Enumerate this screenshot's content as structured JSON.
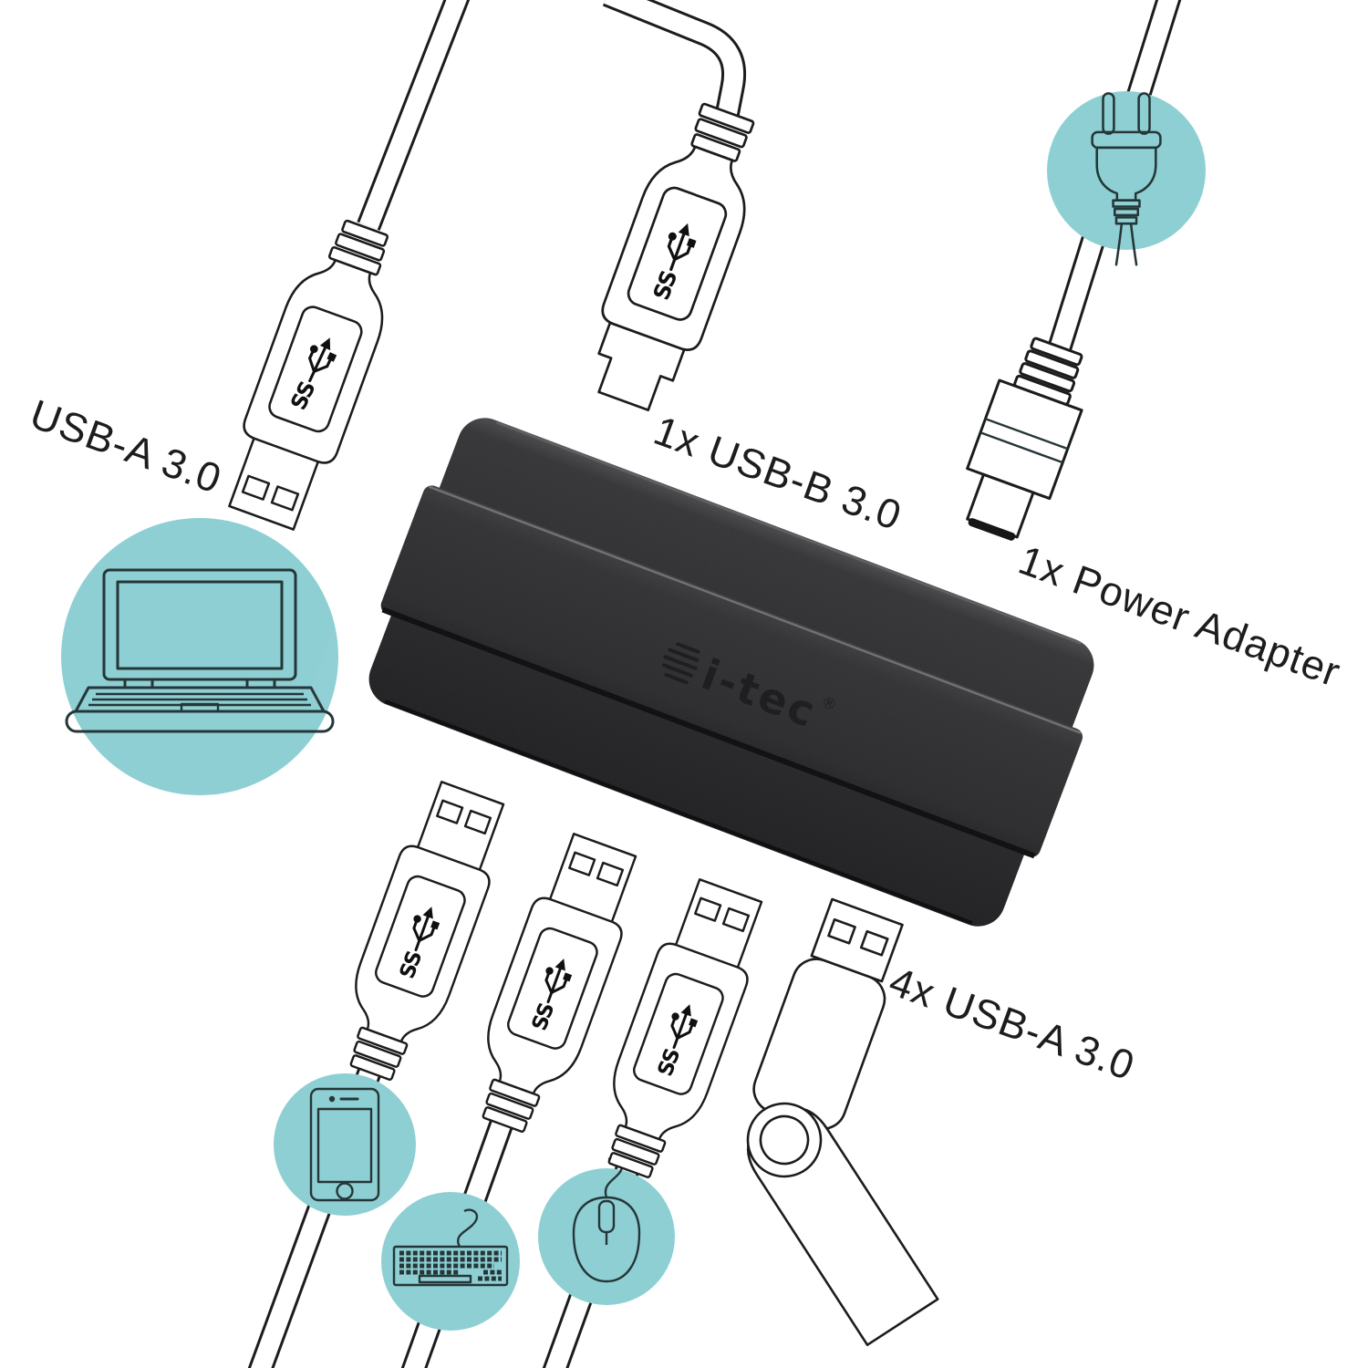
{
  "title": "USB 3.0 hub connection diagram",
  "colors": {
    "background": "#ffffff",
    "teal_circle": "#8ecfd3",
    "outline": "#1c1c1c",
    "icon_outline": "#253638",
    "hub_body": "#2b2b2d",
    "label_text": "#1d1d1d"
  },
  "labels": {
    "usb_a_top": "USB-A 3.0",
    "usb_b": "1x USB-B 3.0",
    "power": "1x Power Adapter",
    "usb_a_bottom": "4x USB-A 3.0"
  },
  "hub": {
    "brand": "i-tec",
    "registered_mark": "®"
  },
  "connector_marking": "SS",
  "icons": {
    "laptop": "laptop-icon",
    "power_plug": "power-plug-icon",
    "smartphone": "smartphone-icon",
    "keyboard": "keyboard-icon",
    "mouse": "mouse-icon",
    "usb_a_connector": "usb-a-connector",
    "usb_b_connector": "usb-b-connector",
    "dc_barrel_connector": "dc-barrel-connector",
    "usb_flash_drive": "usb-flash-drive",
    "superspeed_usb_logo": "ss-usb-trident-icon"
  }
}
